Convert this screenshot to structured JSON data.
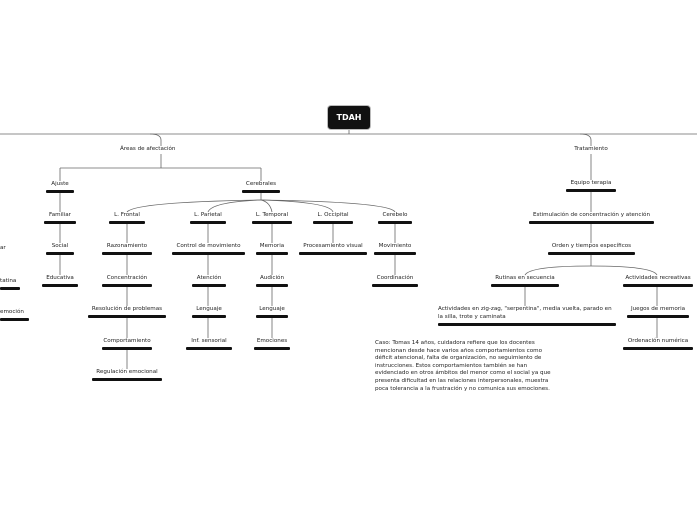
{
  "root": "TDAH",
  "branches": {
    "areas": "Áreas de afectación",
    "tratamiento": "Tratamiento"
  },
  "areas": {
    "ajuste": "Ajuste",
    "familiar": "Familiar",
    "social": "Social",
    "educativa": "Educativa",
    "cerebrales": "Cerebrales",
    "frontal": "L. Frontal",
    "razonamiento": "Razonamiento",
    "concentracion": "Concentración",
    "resolucion": "Resolución de problemas",
    "comportamiento": "Comportamiento",
    "regulacion": "Regulación emocional",
    "parietal": "L. Parietal",
    "control": "Control de movimiento",
    "atencion": "Atención",
    "lenguaje1": "Lenguaje",
    "sensorial": "Inf. sensorial",
    "temporal": "L. Temporal",
    "memoria": "Memoria",
    "audicion": "Audición",
    "lenguaje2": "Lenguaje",
    "emociones": "Emociones",
    "occipital": "L. Occipital",
    "procesamiento": "Procesamiento visual",
    "cerebelo": "Cerebelo",
    "movimiento": "Movimiento",
    "coordinacion": "Coordinación"
  },
  "tratamiento": {
    "equipo": "Equipo terapia",
    "estimulacion": "Estimulación de concentración y atención",
    "orden": "Orden y tiempos específicos",
    "rutinas": "Rutinas en secuencia",
    "actividades_zigzag": "Actividades en zig-zag, \"serpentina\", media vuelta, parado en la silla, trote y caminata",
    "recreativas": "Actividades recreativas",
    "juegos": "Juegos de memoria",
    "ordenacion": "Ordenación numérica"
  },
  "clipped_left": {
    "a": "ar",
    "b": "tatina",
    "c": "emoción"
  },
  "caso": "Caso: Tomas 14 años, cuidadora refiere que los docentes mencionan desde hace varios años comportamientos como déficit atencional, falta de organización, no seguimiento de instrucciones. Estos comportamientos también se han evidenciado en otros ámbitos del menor como el social ya que presenta dificultad en las relaciones interpersonales, muestra poca tolerancia a la frustración y no comunica sus emociones."
}
